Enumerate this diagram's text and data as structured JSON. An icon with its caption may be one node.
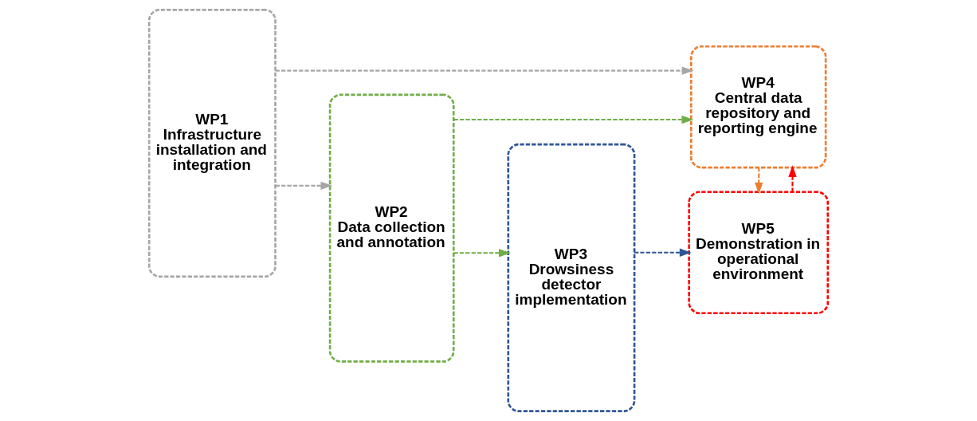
{
  "diagram": {
    "nodes": [
      {
        "text": [
          "WP1",
          "Infrastructure installation and integration"
        ]
      },
      {
        "text": [
          "WP2",
          "Data collection and annotation"
        ]
      },
      {
        "text": [
          "WP3",
          "Drowsiness detector implementation"
        ]
      },
      {
        "text": [
          "WP4",
          "Central data repository and reporting engine"
        ]
      },
      {
        "text": [
          "WP5",
          "Demonstration in operational environment"
        ]
      }
    ],
    "edges": [
      {
        "from": 0,
        "to": 3,
        "arrow": "to",
        "style": "dashed",
        "color": "#a6a6a6"
      },
      {
        "from": 0,
        "to": 1,
        "arrow": "to",
        "style": "dashed",
        "color": "#a6a6a6"
      },
      {
        "from": 1,
        "to": 3,
        "arrow": "to",
        "style": "dashed",
        "color": "#70ad47"
      },
      {
        "from": 1,
        "to": 2,
        "arrow": "to",
        "style": "dashed",
        "color": "#70ad47"
      },
      {
        "from": 2,
        "to": 4,
        "arrow": "to",
        "style": "dashed",
        "color": "#2f5597"
      },
      {
        "from": 4,
        "to": 3,
        "arrow": "to",
        "style": "dashed",
        "color": "#ff0000"
      },
      {
        "from": 3,
        "to": 4,
        "arrow": "to",
        "style": "dashed",
        "color": "#ed7d31"
      }
    ]
  }
}
